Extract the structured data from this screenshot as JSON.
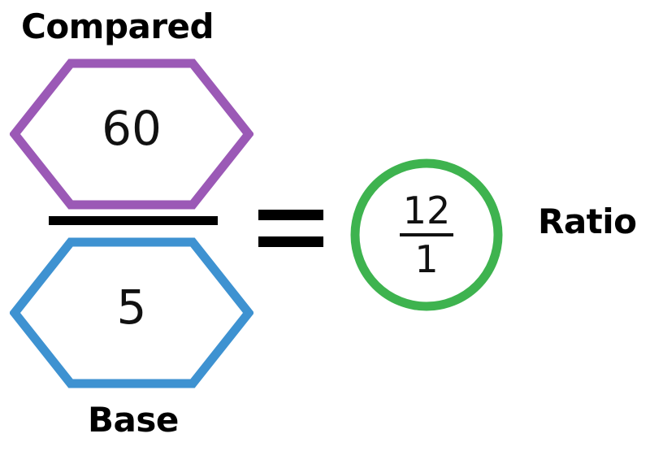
{
  "diagram": {
    "title_labels": {
      "compared": "Compared",
      "base": "Base",
      "ratio": "Ratio"
    },
    "fraction": {
      "numerator": "60",
      "denominator": "5"
    },
    "result": {
      "numerator": "12",
      "denominator": "1"
    },
    "colors": {
      "compared_hexagon": "#9B59B6",
      "base_hexagon": "#3E92D1",
      "ratio_circle": "#3EB34F",
      "text": "#000000",
      "background": "#FFFFFF"
    }
  }
}
